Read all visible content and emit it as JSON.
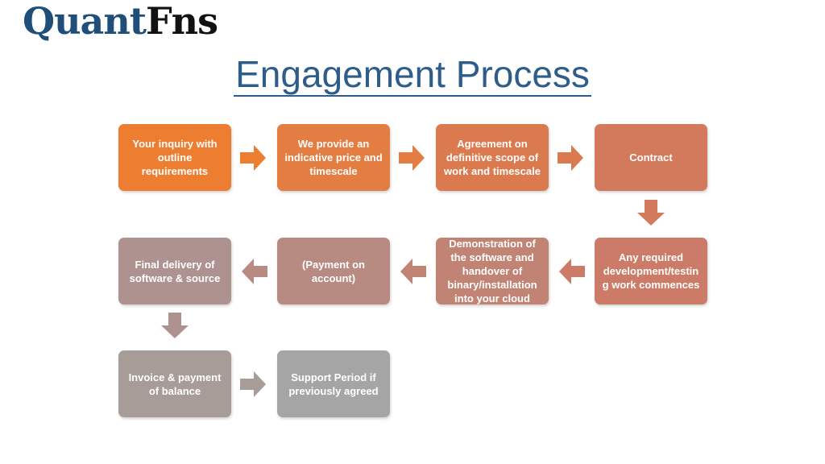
{
  "logo": {
    "part1": "Quant",
    "part2": "Fns"
  },
  "title": "Engagement Process",
  "colors": {
    "step1": "#ed7d31",
    "step2": "#e47d42",
    "step3": "#dc7a4f",
    "step4": "#d47a5c",
    "step5": "#cb7b67",
    "step6": "#c18373",
    "step7": "#b78a82",
    "step8": "#ae928f",
    "step9": "#a89c99",
    "step10": "#a5a5a5"
  },
  "steps": [
    {
      "label": "Your inquiry with\noutline\nrequirements"
    },
    {
      "label": "We provide an\nindicative price and\ntimescale"
    },
    {
      "label": "Agreement on\ndefinitive scope of\nwork and timescale"
    },
    {
      "label": "Contract"
    },
    {
      "label": "Any required\ndevelopment/testin\ng work commences"
    },
    {
      "label": "Demonstration of\nthe software and\nhandover of\nbinary/installation\ninto your cloud"
    },
    {
      "label": "(Payment on\naccount)"
    },
    {
      "label": "Final delivery of\nsoftware & source"
    },
    {
      "label": "Invoice & payment\nof balance"
    },
    {
      "label": "Support Period if\npreviously agreed"
    }
  ]
}
